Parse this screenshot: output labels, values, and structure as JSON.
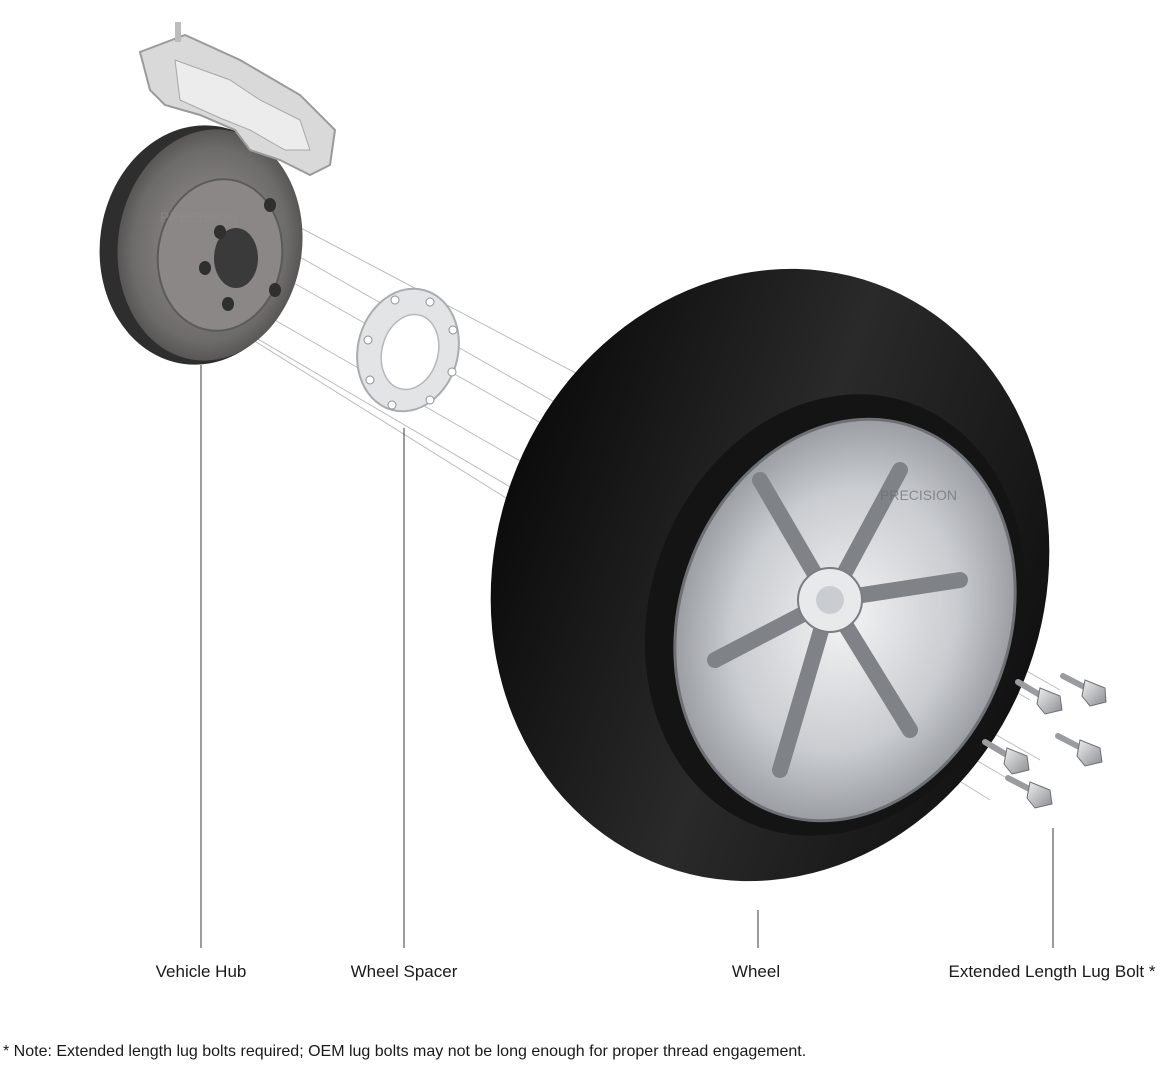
{
  "diagram": {
    "labels": {
      "hub": "Vehicle Hub",
      "spacer": "Wheel Spacer",
      "wheel": "Wheel",
      "lug_bolt": "Extended Length Lug Bolt *"
    },
    "watermark": "PRECISION",
    "note": "* Note: Extended length lug bolts required; OEM lug bolts may not be long enough for proper thread engagement.",
    "colors": {
      "tire": "#1b1b1b",
      "rim": "#c9ccd0",
      "rotor": "#6d6b6a",
      "caliper": "#d9d9d9",
      "spacer": "#e2e4e6",
      "leader_line": "#3a3a3a",
      "guide_line": "#bdbdbd"
    }
  }
}
